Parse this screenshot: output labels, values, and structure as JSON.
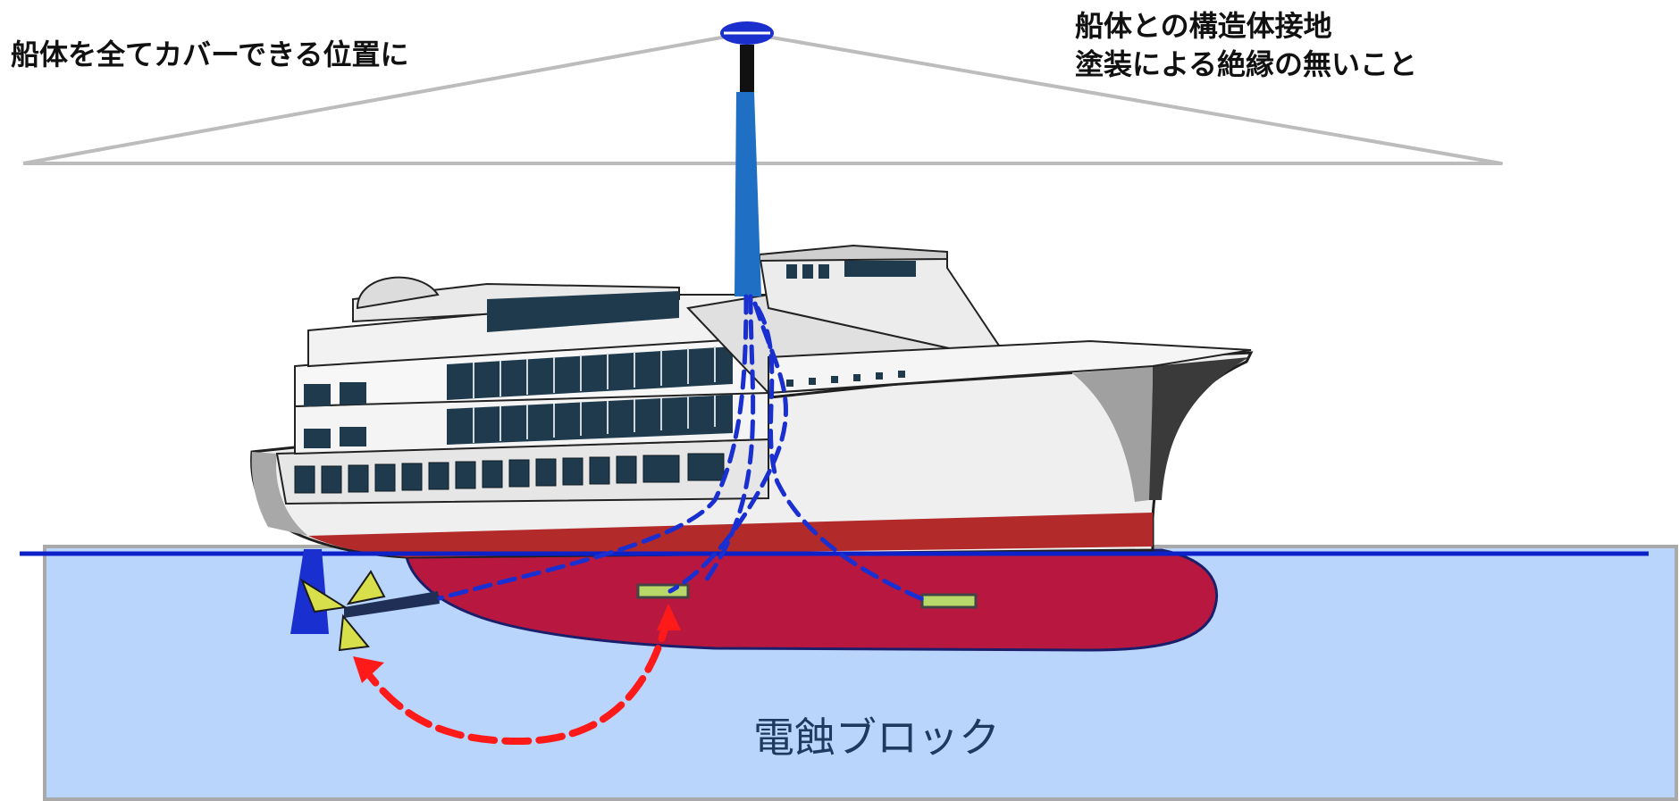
{
  "labels": {
    "coverage": "船体を全てカバーできる位置に",
    "grounding_line1": "船体との構造体接地",
    "grounding_line2": "塗装による絶縁の無いこと",
    "water": "電蝕ブロック"
  },
  "colors": {
    "water": "#b9d5fb",
    "waterline": "#0d21c9",
    "hull_below": "#b8183f",
    "hull_band": "#b22a2a",
    "mast": "#1f6fc5",
    "current_blue": "#1a2fd0",
    "current_red": "#ff1a1a",
    "anode": "#b8d86a",
    "propeller": "#d7e04a"
  }
}
